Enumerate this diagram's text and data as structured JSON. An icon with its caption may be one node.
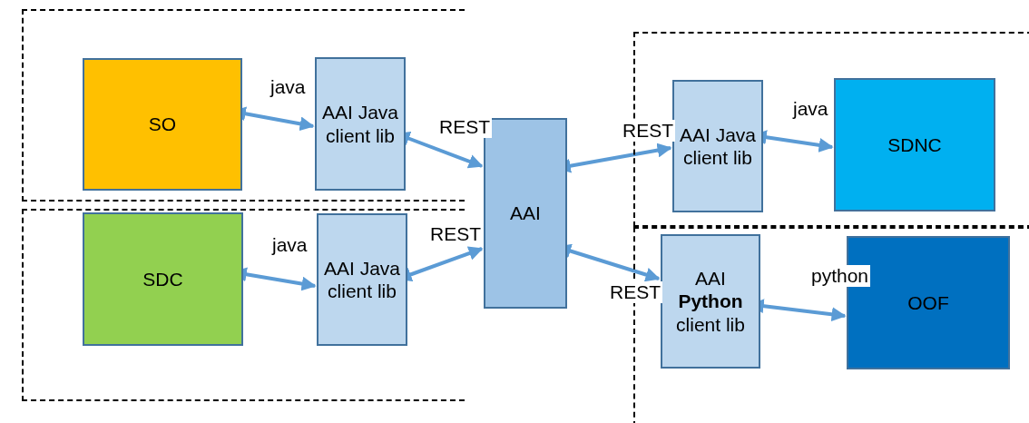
{
  "diagram": {
    "nodes": [
      {
        "text": [],
        "shape": "box"
      },
      {
        "text": [
          "SO"
        ],
        "in": 0
      },
      {
        "text": [
          "AAI Java client lib"
        ],
        "in": 0
      },
      {
        "text": [],
        "shape": "box"
      },
      {
        "text": [
          "SDC"
        ],
        "in": 3
      },
      {
        "text": [
          "AAI Java client lib"
        ],
        "in": 3
      },
      {
        "text": [
          "AAI"
        ]
      },
      {
        "text": [],
        "shape": "box"
      },
      {
        "text": [
          "AAI Java client lib"
        ],
        "in": 7
      },
      {
        "text": [
          "SDNC"
        ],
        "in": 7
      },
      {
        "text": [],
        "shape": "box"
      },
      {
        "text": [
          "AAI **Python** client lib"
        ],
        "in": 10
      },
      {
        "text": [
          "OOF"
        ],
        "in": 10
      }
    ],
    "edges": [
      {
        "from": 1,
        "to": 2,
        "arrow": "both",
        "label": "java"
      },
      {
        "from": 2,
        "to": 6,
        "arrow": "both",
        "label": "REST"
      },
      {
        "from": 4,
        "to": 5,
        "arrow": "both",
        "label": "java"
      },
      {
        "from": 5,
        "to": 6,
        "arrow": "both",
        "label": "REST"
      },
      {
        "from": 6,
        "to": 8,
        "arrow": "both",
        "label": "REST"
      },
      {
        "from": 8,
        "to": 9,
        "arrow": "both",
        "label": "java"
      },
      {
        "from": 6,
        "to": 11,
        "arrow": "both",
        "label": "REST"
      },
      {
        "from": 11,
        "to": 12,
        "arrow": "both",
        "label": "python"
      }
    ]
  }
}
